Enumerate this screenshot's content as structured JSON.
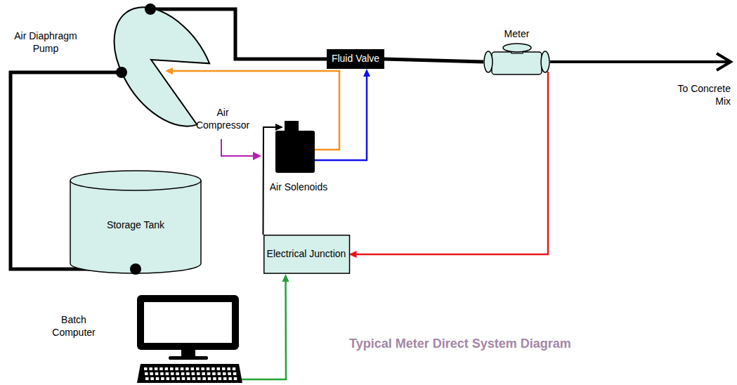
{
  "diagram": {
    "title": "Typical Meter Direct System Diagram",
    "nodes": [
      {
        "text": [
          "Air Diaphragm Pump"
        ]
      },
      {
        "text": [
          "Fluid Valve"
        ]
      },
      {
        "text": [
          "Meter"
        ]
      },
      {
        "text": [
          "Air Solenoids"
        ]
      },
      {
        "text": [
          "Storage Tank"
        ]
      },
      {
        "text": [
          "Electrical Junction"
        ]
      },
      {
        "text": [
          "Batch Computer"
        ]
      }
    ],
    "edges": [
      {
        "from": 4,
        "to": 0,
        "arrow": "none"
      },
      {
        "from": 0,
        "to": 1,
        "arrow": "none"
      },
      {
        "from": 1,
        "to": 2,
        "arrow": "none"
      },
      {
        "from": 3,
        "to": 0,
        "arrow": "to"
      },
      {
        "from": 3,
        "to": 1,
        "arrow": "to"
      },
      {
        "from": 2,
        "to": 5,
        "arrow": "to"
      },
      {
        "from": 6,
        "to": 5,
        "arrow": "to"
      },
      {
        "from": 5,
        "to": 3,
        "arrow": "to"
      }
    ],
    "labels": [
      "Air Compressor",
      "To Concrete Mix"
    ]
  }
}
